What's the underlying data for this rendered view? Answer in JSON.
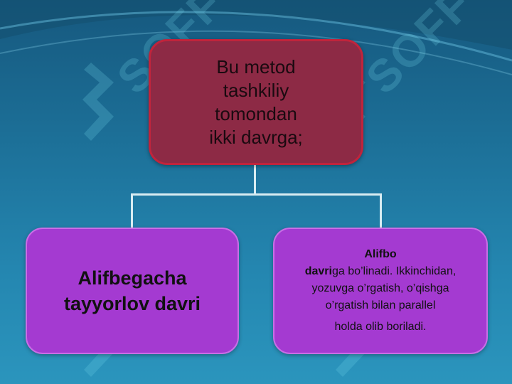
{
  "slide": {
    "watermark_text": "SOFF",
    "watermark_icon": "soff-logo-mark"
  },
  "diagram": {
    "top": {
      "lines": [
        "Bu metod",
        "tashkiliy",
        "tomondan",
        "ikki davrga;"
      ]
    },
    "left": {
      "lines": [
        "Alifbegacha",
        "tayyorlov davri"
      ]
    },
    "right": {
      "title": "Alifbo",
      "bold_prefix": "davri",
      "line1_rest": "ga bo’linadi. Ikkinchidan,",
      "lines": [
        "yozuvga o’rgatish, o’qishga",
        "o’rgatish bilan parallel"
      ],
      "last_line": "holda olib boriladi."
    }
  },
  "colors": {
    "top_box": "#8d2a45",
    "top_border": "#c0243c",
    "child_box": "#a43ad1",
    "connector": "#d8ecf2"
  }
}
